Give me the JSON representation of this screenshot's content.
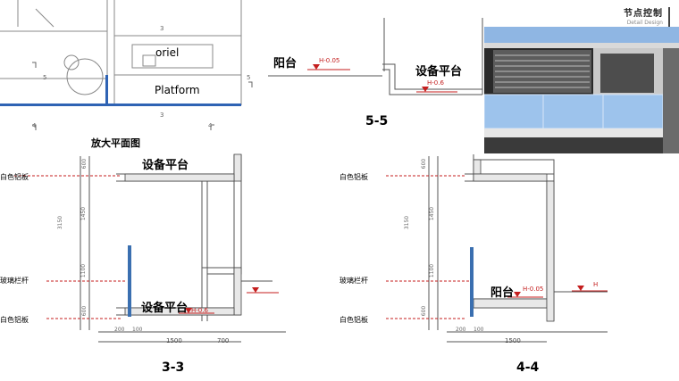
{
  "header": {
    "title": "节点控制",
    "subtitle": "Detail Design"
  },
  "plan": {
    "label_oriel": "oriel",
    "label_platform": "Platform",
    "caption": "放大平面图",
    "nums": [
      "3",
      "3",
      "5",
      "5",
      "4",
      "4"
    ]
  },
  "section_5_5": {
    "title": "5-5",
    "label_balcony": "阳台",
    "elev_balcony": "H-0.05",
    "label_platform": "设备平台",
    "elev_platform": "H-0.6"
  },
  "section_3_3": {
    "title": "3-3",
    "label_platform": "设备平台",
    "elev_platform": "H-0.6",
    "callouts": [
      "白色铝板",
      "玻璃栏杆",
      "白色铝板"
    ],
    "vdims": [
      "600",
      "1450",
      "3150",
      "1100",
      "600"
    ],
    "hdims_small": [
      "200",
      "100"
    ],
    "hdims": [
      "1500",
      "700"
    ]
  },
  "section_4_4": {
    "title": "4-4",
    "label_balcony": "阳台",
    "elev_balcony": "H-0.05",
    "elev_right": "H",
    "callouts": [
      "白色铝板",
      "玻璃栏杆",
      "白色铝板"
    ],
    "vdims": [
      "600",
      "1450",
      "3150",
      "1100",
      "600"
    ],
    "hdims_small": [
      "200",
      "100"
    ],
    "hdims": [
      "1500"
    ]
  },
  "colors": {
    "dim_red": "#c41e1e",
    "glass_blue": "#3a6fb0",
    "plan_blue": "#2f63b4"
  }
}
